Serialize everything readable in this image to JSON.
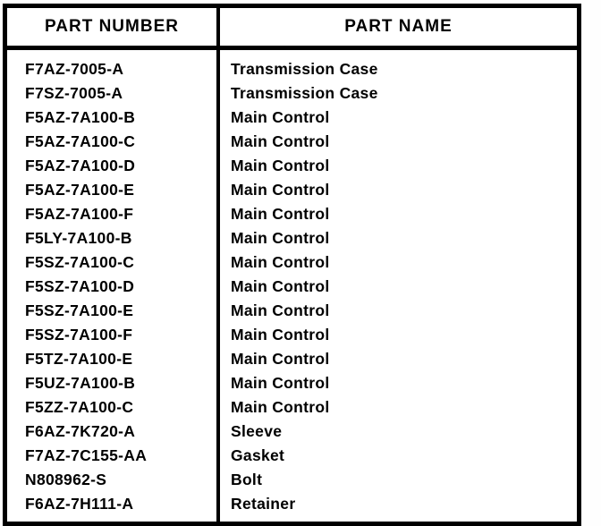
{
  "table": {
    "headers": [
      "PART NUMBER",
      "PART NAME"
    ],
    "rows": [
      {
        "part_number": "F7AZ-7005-A",
        "part_name": "Transmission Case"
      },
      {
        "part_number": "F7SZ-7005-A",
        "part_name": "Transmission Case"
      },
      {
        "part_number": "F5AZ-7A100-B",
        "part_name": "Main Control"
      },
      {
        "part_number": "F5AZ-7A100-C",
        "part_name": "Main Control"
      },
      {
        "part_number": "F5AZ-7A100-D",
        "part_name": "Main Control"
      },
      {
        "part_number": "F5AZ-7A100-E",
        "part_name": "Main Control"
      },
      {
        "part_number": "F5AZ-7A100-F",
        "part_name": "Main Control"
      },
      {
        "part_number": "F5LY-7A100-B",
        "part_name": "Main Control"
      },
      {
        "part_number": "F5SZ-7A100-C",
        "part_name": "Main Control"
      },
      {
        "part_number": "F5SZ-7A100-D",
        "part_name": "Main Control"
      },
      {
        "part_number": "F5SZ-7A100-E",
        "part_name": "Main Control"
      },
      {
        "part_number": "F5SZ-7A100-F",
        "part_name": "Main Control"
      },
      {
        "part_number": "F5TZ-7A100-E",
        "part_name": "Main Control"
      },
      {
        "part_number": "F5UZ-7A100-B",
        "part_name": "Main Control"
      },
      {
        "part_number": "F5ZZ-7A100-C",
        "part_name": "Main Control"
      },
      {
        "part_number": "F6AZ-7K720-A",
        "part_name": "Sleeve"
      },
      {
        "part_number": "F7AZ-7C155-AA",
        "part_name": "Gasket"
      },
      {
        "part_number": "N808962-S",
        "part_name": "Bolt"
      },
      {
        "part_number": "F6AZ-7H111-A",
        "part_name": "Retainer"
      }
    ]
  },
  "colors": {
    "border": "#000000",
    "text": "#000000",
    "background": "#ffffff"
  }
}
